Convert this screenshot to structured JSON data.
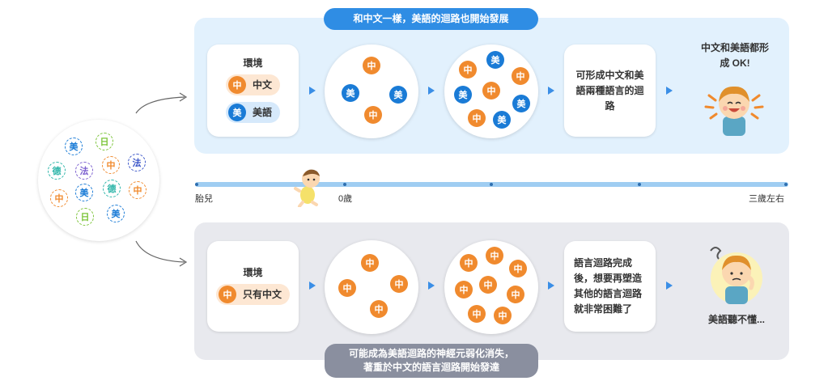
{
  "colors": {
    "top_panel": "#e2f1fd",
    "bottom_panel": "#e8e9ee",
    "top_pill": "#2f8de4",
    "bottom_pill": "#8a8f9f",
    "zh": "#f08a2e",
    "en": "#1a7bd6",
    "timeline": "#9fcdf2"
  },
  "top": {
    "banner": "和中文一樣，美語的迴路也開始發展",
    "env_title": "環境",
    "env_zh": "中文",
    "env_en": "美語",
    "result_text": "可形成中文和美語兩種語言的迴路",
    "outcome": "中文和美語都形成 OK!",
    "mini_zh": "中",
    "mini_en": "美"
  },
  "bottom": {
    "env_title": "環境",
    "env_zh": "只有中文",
    "result_text": "語言迴路完成後，想要再塑造其他的語言迴路就非常困難了",
    "outcome": "美語聽不懂...",
    "banner_line1": "可能成為美語迴路的神經元弱化消失，",
    "banner_line2": "著重於中文的語言迴路開始發達",
    "mini_zh": "中"
  },
  "timeline": {
    "start": "胎兒",
    "mid": "0歲",
    "end": "三歲左右"
  },
  "languages": {
    "en": "美",
    "jp": "日",
    "de": "德",
    "fr": "法",
    "zh": "中"
  }
}
